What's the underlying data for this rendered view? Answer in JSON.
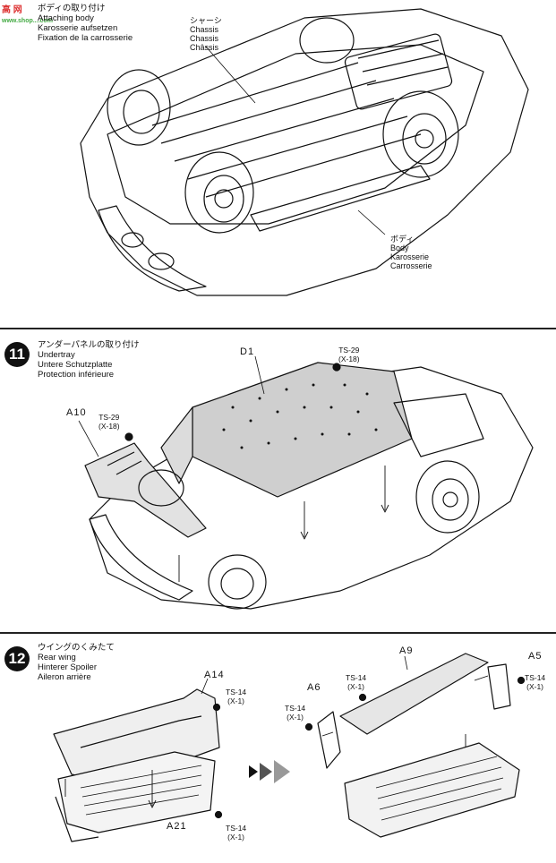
{
  "watermark": "高 网",
  "watermark_sub": "www.shop....com",
  "step10": {
    "title_jp": "ボディの取り付け",
    "title_en": "Attaching body",
    "title_de": "Karosserie aufsetzen",
    "title_fr": "Fixation de la carrosserie",
    "chassis_jp": "シャーシ",
    "chassis_en": "Chassis",
    "chassis_de": "Chassis",
    "chassis_fr": "Châssis",
    "body_jp": "ボディ",
    "body_en": "Body",
    "body_de": "Karosserie",
    "body_fr": "Carrosserie"
  },
  "step11": {
    "number": "11",
    "title_jp": "アンダーパネルの取り付け",
    "title_en": "Undertray",
    "title_de": "Untere Schutzplatte",
    "title_fr": "Protection inférieure",
    "part_d1": "D1",
    "part_a10": "A10",
    "screw1_name": "TS-29",
    "screw1_qty": "(X-18)",
    "screw2_name": "TS-29",
    "screw2_qty": "(X-18)"
  },
  "step12": {
    "number": "12",
    "title_jp": "ウイングのくみたて",
    "title_en": "Rear wing",
    "title_de": "Hinterer Spoiler",
    "title_fr": "Aileron arrière",
    "part_a14": "A14",
    "part_a21": "A21",
    "part_a9": "A9",
    "part_a6": "A6",
    "part_a5": "A5",
    "screw_a_name": "TS-14",
    "screw_a_qty": "(X-1)",
    "screw_b_name": "TS-14",
    "screw_b_qty": "(X-1)",
    "screw_c_name": "TS-14",
    "screw_c_qty": "(X-1)",
    "screw_d_name": "TS-14",
    "screw_d_qty": "(X-1)",
    "screw_e_name": "TS-14",
    "screw_e_qty": "(X-1)"
  }
}
